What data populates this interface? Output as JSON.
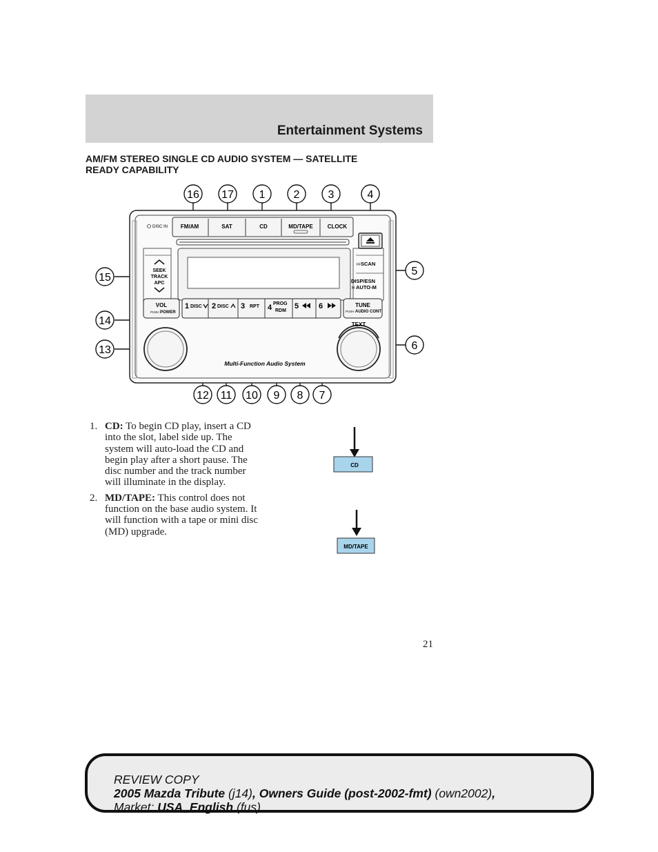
{
  "header": {
    "section_title": "Entertainment Systems"
  },
  "heading": {
    "line1": "AM/FM STEREO SINGLE CD AUDIO SYSTEM — SATELLITE",
    "line2": "READY CAPABILITY"
  },
  "radio": {
    "disc_in": "DISC IN",
    "top_buttons": [
      "FM/AM",
      "SAT",
      "CD",
      "MD/TAPE",
      "CLOCK"
    ],
    "eject_icon": "eject-icon",
    "seek": [
      "SEEK",
      "TRACK",
      "APC"
    ],
    "scan": "SCAN",
    "scan_prefix": "FF",
    "disp_esn": "DISP/ESN",
    "auto_m": "AUTO-M",
    "auto_m_prefix": "M",
    "vol": "VOL",
    "vol_sub_push": "PUSH",
    "vol_sub_power": "POWER",
    "presets": [
      {
        "num": "1",
        "label": "DISC"
      },
      {
        "num": "2",
        "label": "DISC"
      },
      {
        "num": "3",
        "label": "RPT"
      },
      {
        "num": "4",
        "label": "PROG",
        "label2": "RDM"
      },
      {
        "num": "5",
        "label": ""
      },
      {
        "num": "6",
        "label": ""
      }
    ],
    "tune": "TUNE",
    "tune_sub_push": "PUSH",
    "tune_sub_audio": "AUDIO CONT",
    "text_label": "TEXT",
    "brand": "Multi-Function Audio System"
  },
  "callouts_top": [
    "16",
    "17",
    "1",
    "2",
    "3",
    "4"
  ],
  "callouts_left": [
    "15",
    "14",
    "13"
  ],
  "callouts_right": [
    "5",
    "6"
  ],
  "callouts_bottom": [
    "12",
    "11",
    "10",
    "9",
    "8",
    "7"
  ],
  "items": [
    {
      "num": "1.",
      "term": "CD:",
      "text": " To begin CD play, insert a CD into the slot, label side up. The system will auto-load the CD and begin play after a short pause. The disc number and the track number will illuminate in the display."
    },
    {
      "num": "2.",
      "term": "MD/TAPE:",
      "text": " This control does not function on the base audio system. It will function with a tape or mini disc (MD) upgrade."
    }
  ],
  "figure_buttons": {
    "cd": "CD",
    "md_tape": "MD/TAPE"
  },
  "page_number": "21",
  "review": {
    "line1": "REVIEW COPY",
    "l2_a": "2005 Mazda Tribute",
    "l2_b": " (j14)",
    "l2_c": ", Owners Guide (post-2002-fmt)",
    "l2_d": " (own2002)",
    "l2_e": ",",
    "l3_a": "Market:  ",
    "l3_b": "USA_English",
    "l3_c": " (fus)"
  },
  "colors": {
    "band": "#d3d3d3",
    "button_blue": "#a8d4ec",
    "review_bg": "#ececec"
  }
}
